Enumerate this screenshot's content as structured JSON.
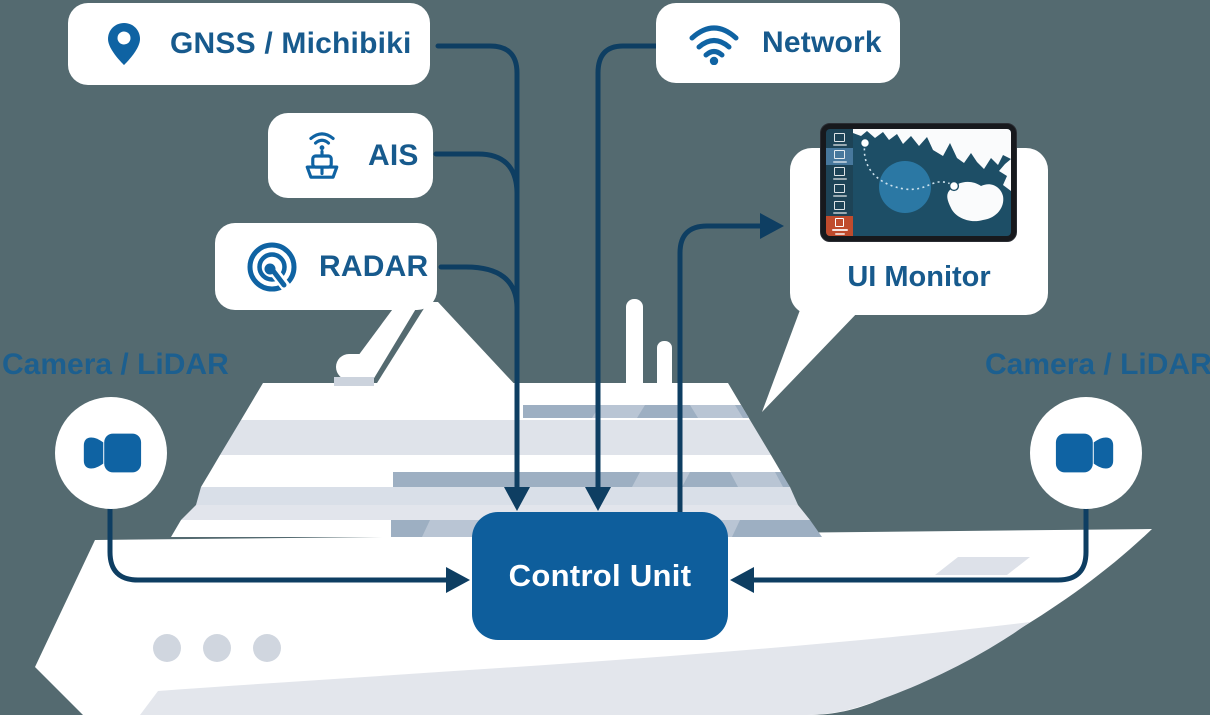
{
  "colors": {
    "background": "#546a70",
    "accent_blue": "#0f63a3",
    "connector_navy": "#0e3e62",
    "card_text": "#175a8d",
    "control_unit_bg": "#0e5e9c",
    "control_unit_text": "#ffffff",
    "ship_white": "#ffffff",
    "ship_hull_gray": "#e3e6ec",
    "ship_window_band": "#9dafc2",
    "monitor_sea": "#1d4e66",
    "monitor_sidebar": "#1d4356",
    "monitor_alert_orange": "#c04b2d"
  },
  "sensor_cards": [
    {
      "id": "gnss",
      "label": "GNSS / Michibiki",
      "icon": "location-pin-icon"
    },
    {
      "id": "ais",
      "label": "AIS",
      "icon": "ais-ship-signal-icon"
    },
    {
      "id": "radar",
      "label": "RADAR",
      "icon": "radar-icon"
    },
    {
      "id": "network",
      "label": "Network",
      "icon": "wifi-icon"
    }
  ],
  "camera_left": {
    "label": "Camera / LiDAR",
    "icon": "video-camera-icon"
  },
  "camera_right": {
    "label": "Camera / LiDAR",
    "icon": "video-camera-icon"
  },
  "control_unit": {
    "label": "Control Unit"
  },
  "ui_monitor": {
    "label": "UI Monitor"
  }
}
